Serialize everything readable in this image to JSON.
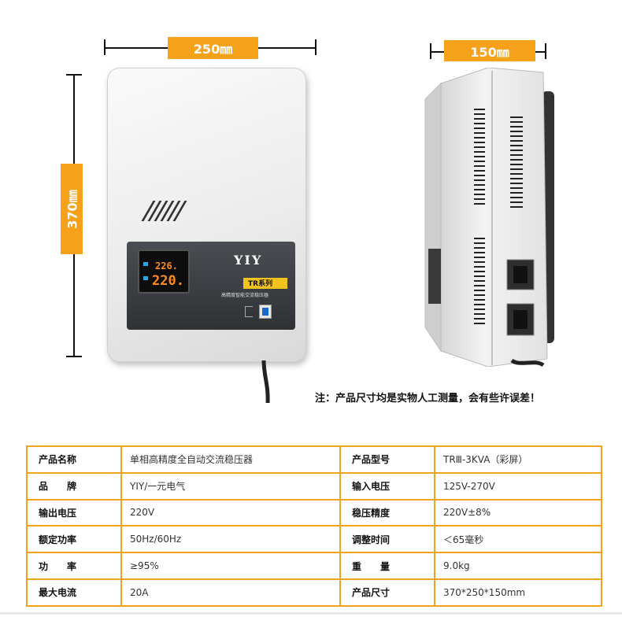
{
  "dimensions": {
    "width_label": "250㎜",
    "height_label": "370㎜",
    "depth_label": "150㎜"
  },
  "device": {
    "brand": "YIY",
    "series": "TR系列",
    "subtitle": "高精度智能交流稳压器",
    "display_top": "226.",
    "display_main": "220."
  },
  "note": "注：产品尺寸均是实物人工测量，会有些许误差！",
  "spec_table": {
    "rows": [
      [
        "产品名称",
        "单相高精度全自动交流稳压器",
        "产品型号",
        "TRⅢ-3KVA（彩屏）"
      ],
      [
        "品　　牌",
        "YIY/一元电气",
        "输入电压",
        "125V-270V"
      ],
      [
        "输出电压",
        "220V",
        "稳压精度",
        "220V±8%"
      ],
      [
        "额定功率",
        "50Hz/60Hz",
        "调整时间",
        "＜65毫秒"
      ],
      [
        "功　　率",
        "≥95%",
        "重　　量",
        "9.0kg"
      ],
      [
        "最大电流",
        "20A",
        "产品尺寸",
        "370*250*150mm"
      ]
    ]
  },
  "colors": {
    "accent": "#f5a21a",
    "table_border": "#f2a31b",
    "display": "#ff8a1f"
  }
}
